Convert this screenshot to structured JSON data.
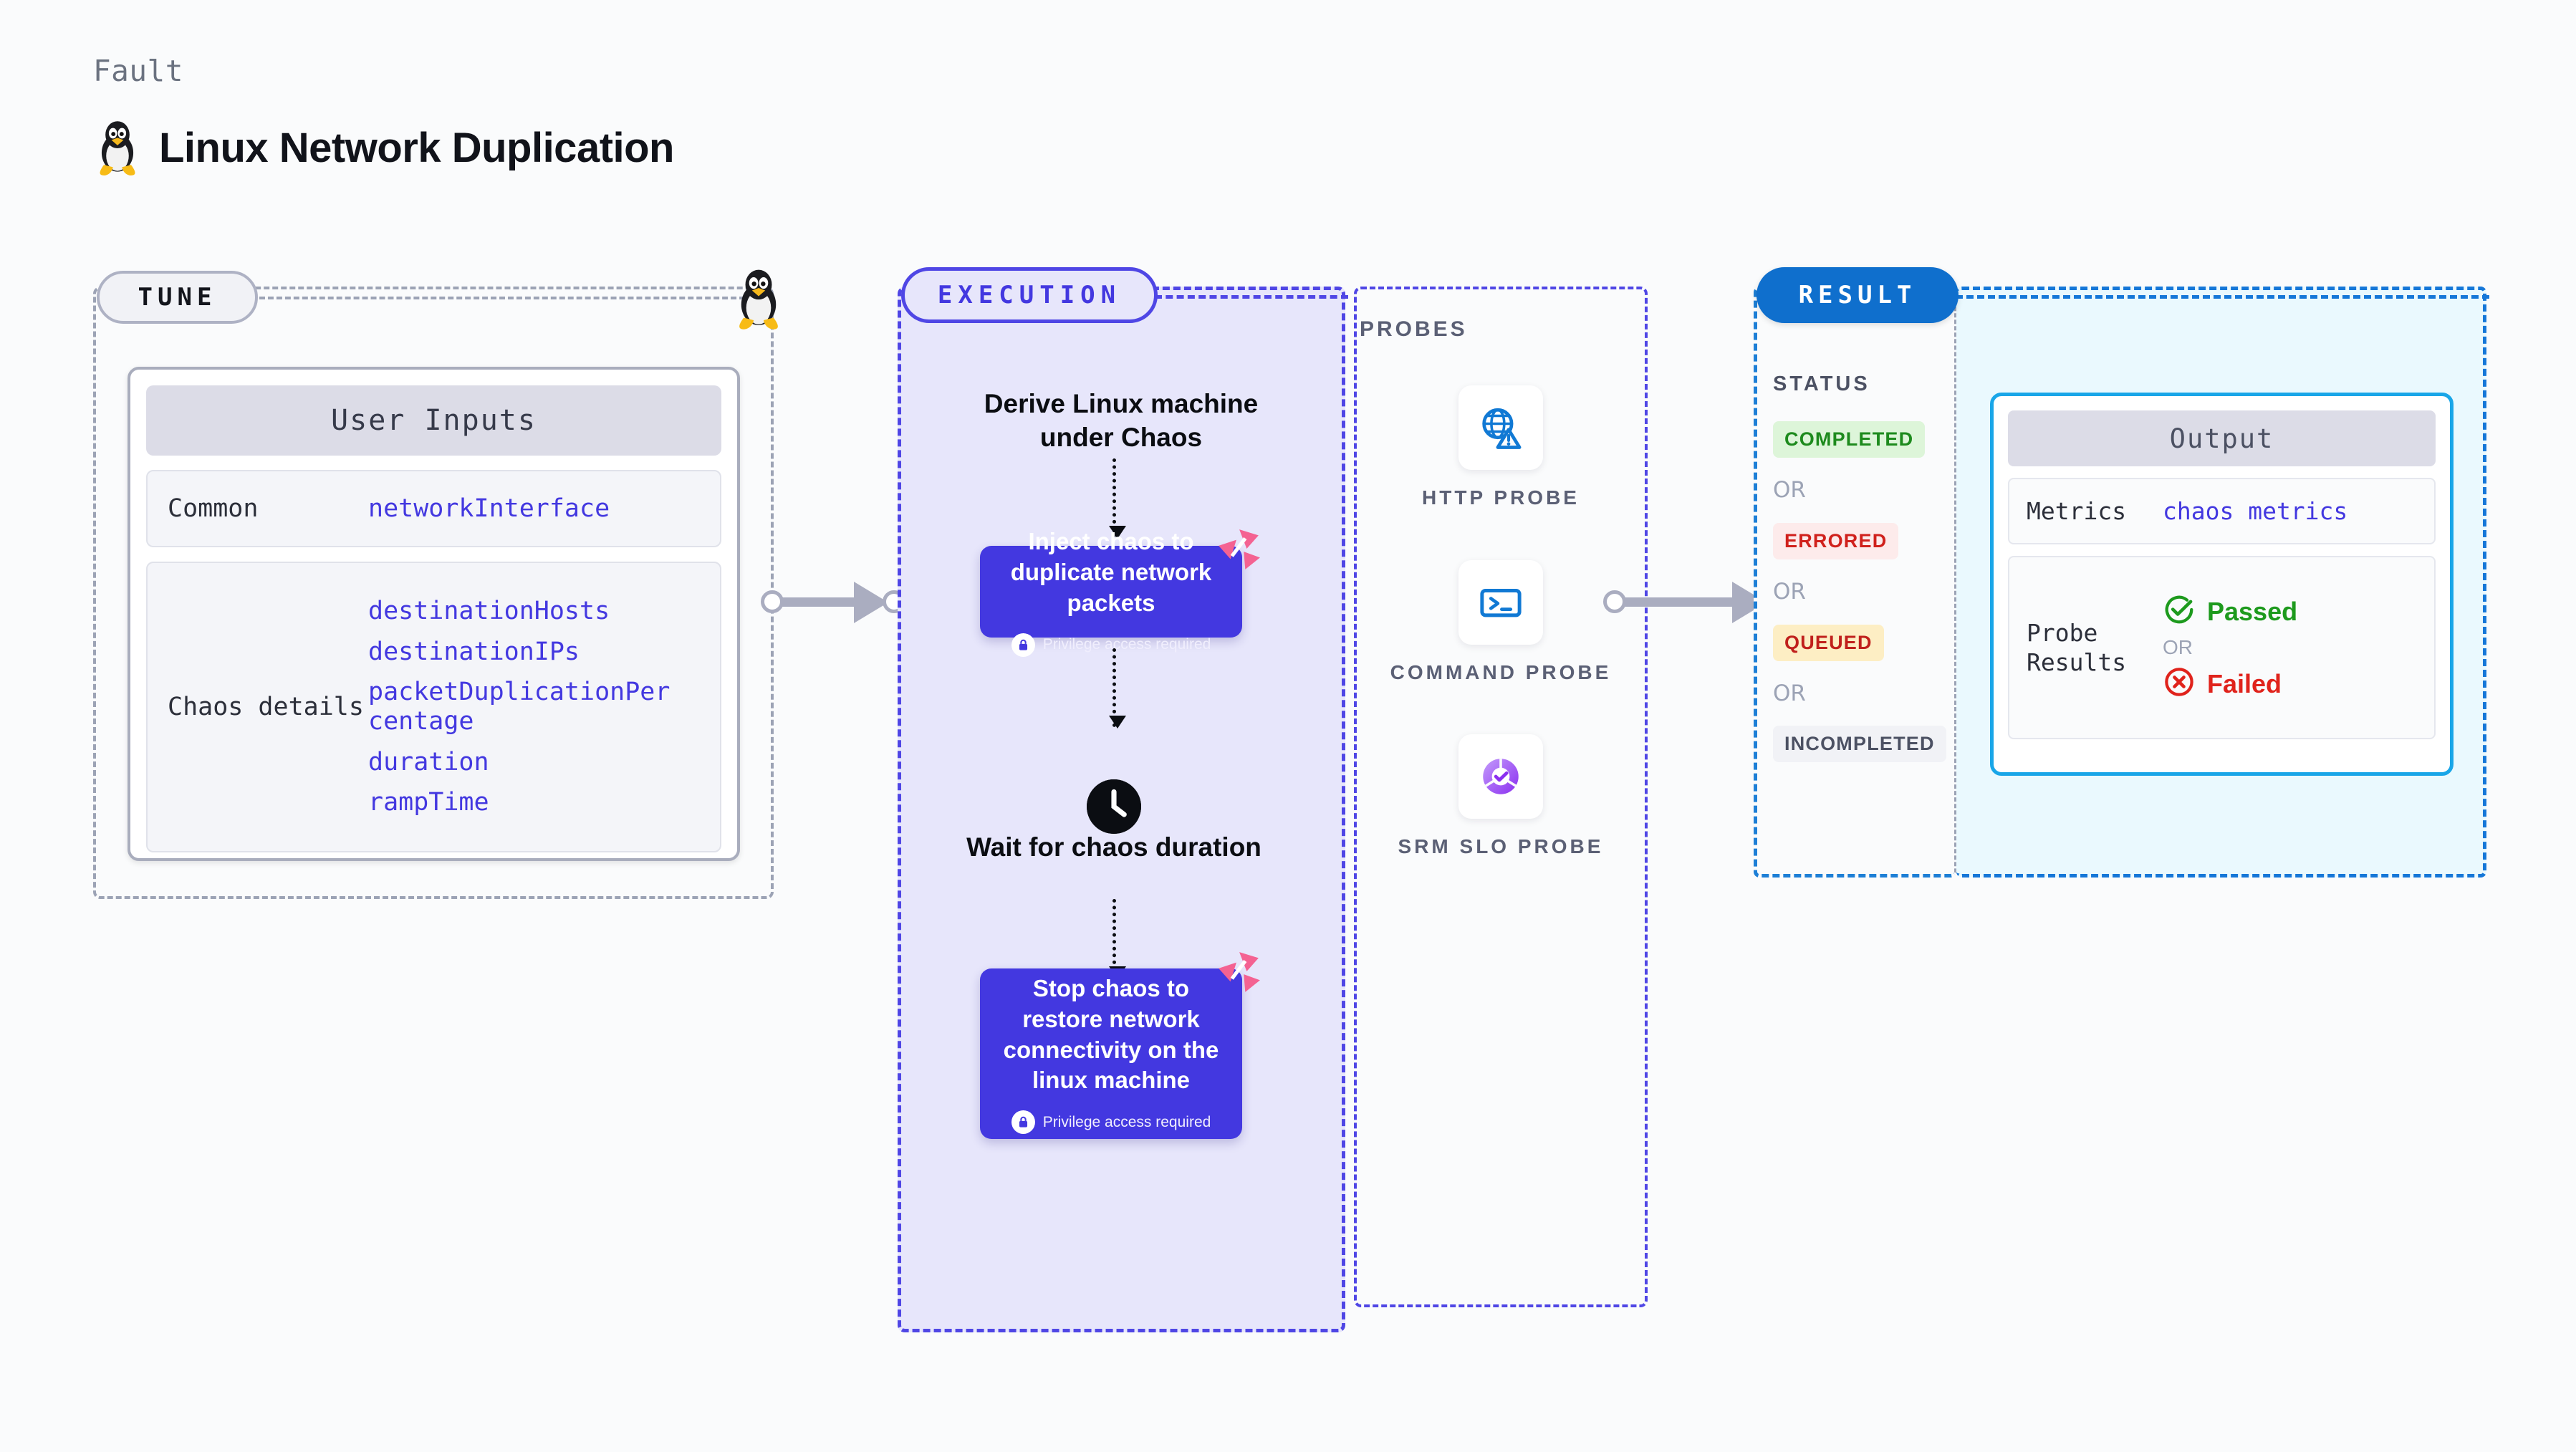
{
  "header": {
    "eyebrow": "Fault",
    "title": "Linux Network Duplication",
    "logo_icon": "linux-penguin-icon"
  },
  "tune": {
    "pill_label": "TUNE",
    "penguin_icon": "linux-penguin-icon",
    "card": {
      "heading": "User Inputs",
      "rows": [
        {
          "key": "Common",
          "values": [
            "networkInterface"
          ]
        },
        {
          "key": "Chaos details",
          "values": [
            "destinationHosts",
            "destinationIPs",
            "packetDuplicationPercentage",
            "duration",
            "rampTime"
          ]
        }
      ]
    }
  },
  "execution": {
    "pill_label": "EXECUTION",
    "step1_label": "Derive Linux machine under Chaos",
    "inject_card": {
      "title": "Inject chaos to duplicate network packets",
      "privilege_note": "Privilege access required",
      "lock_icon": "lock-icon",
      "brand_icon": "harness-mark-icon"
    },
    "wait_label": "Wait for chaos duration",
    "clock_icon": "clock-icon",
    "stop_card": {
      "title": "Stop chaos to restore network connectivity on the linux machine",
      "privilege_note": "Privilege access required",
      "lock_icon": "lock-icon",
      "brand_icon": "harness-mark-icon"
    }
  },
  "probes": {
    "title": "PROBES",
    "items": [
      {
        "label": "HTTP PROBE",
        "icon": "globe-warning-icon"
      },
      {
        "label": "COMMAND PROBE",
        "icon": "terminal-prompt-icon"
      },
      {
        "label": "SRM SLO PROBE",
        "icon": "slo-check-donut-icon"
      }
    ]
  },
  "result": {
    "pill_label": "RESULT",
    "status_title": "STATUS",
    "or_label": "OR",
    "statuses": [
      {
        "label": "COMPLETED",
        "bg": "#ddf5d9",
        "fg": "#1d8a1d"
      },
      {
        "label": "ERRORED",
        "bg": "#fdebeb",
        "fg": "#d0211c"
      },
      {
        "label": "QUEUED",
        "bg": "#fdeec4",
        "fg": "#c0201c"
      },
      {
        "label": "INCOMPLETED",
        "bg": "#f1f2f6",
        "fg": "#4c5163"
      }
    ],
    "output": {
      "heading": "Output",
      "metrics_key": "Metrics",
      "metrics_value": "chaos metrics",
      "probe_key": "Probe Results",
      "passed_label": "Passed",
      "failed_label": "Failed",
      "or_label": "OR",
      "passed_icon": "check-circle-icon",
      "failed_icon": "x-circle-icon",
      "passed_color": "#1d9a1d",
      "failed_color": "#e0231c"
    }
  },
  "colors": {
    "brand_purple": "#4338e0",
    "result_blue": "#0f6fcd",
    "output_cyan": "#19a6e8",
    "connector_gray": "#aaadc0"
  }
}
